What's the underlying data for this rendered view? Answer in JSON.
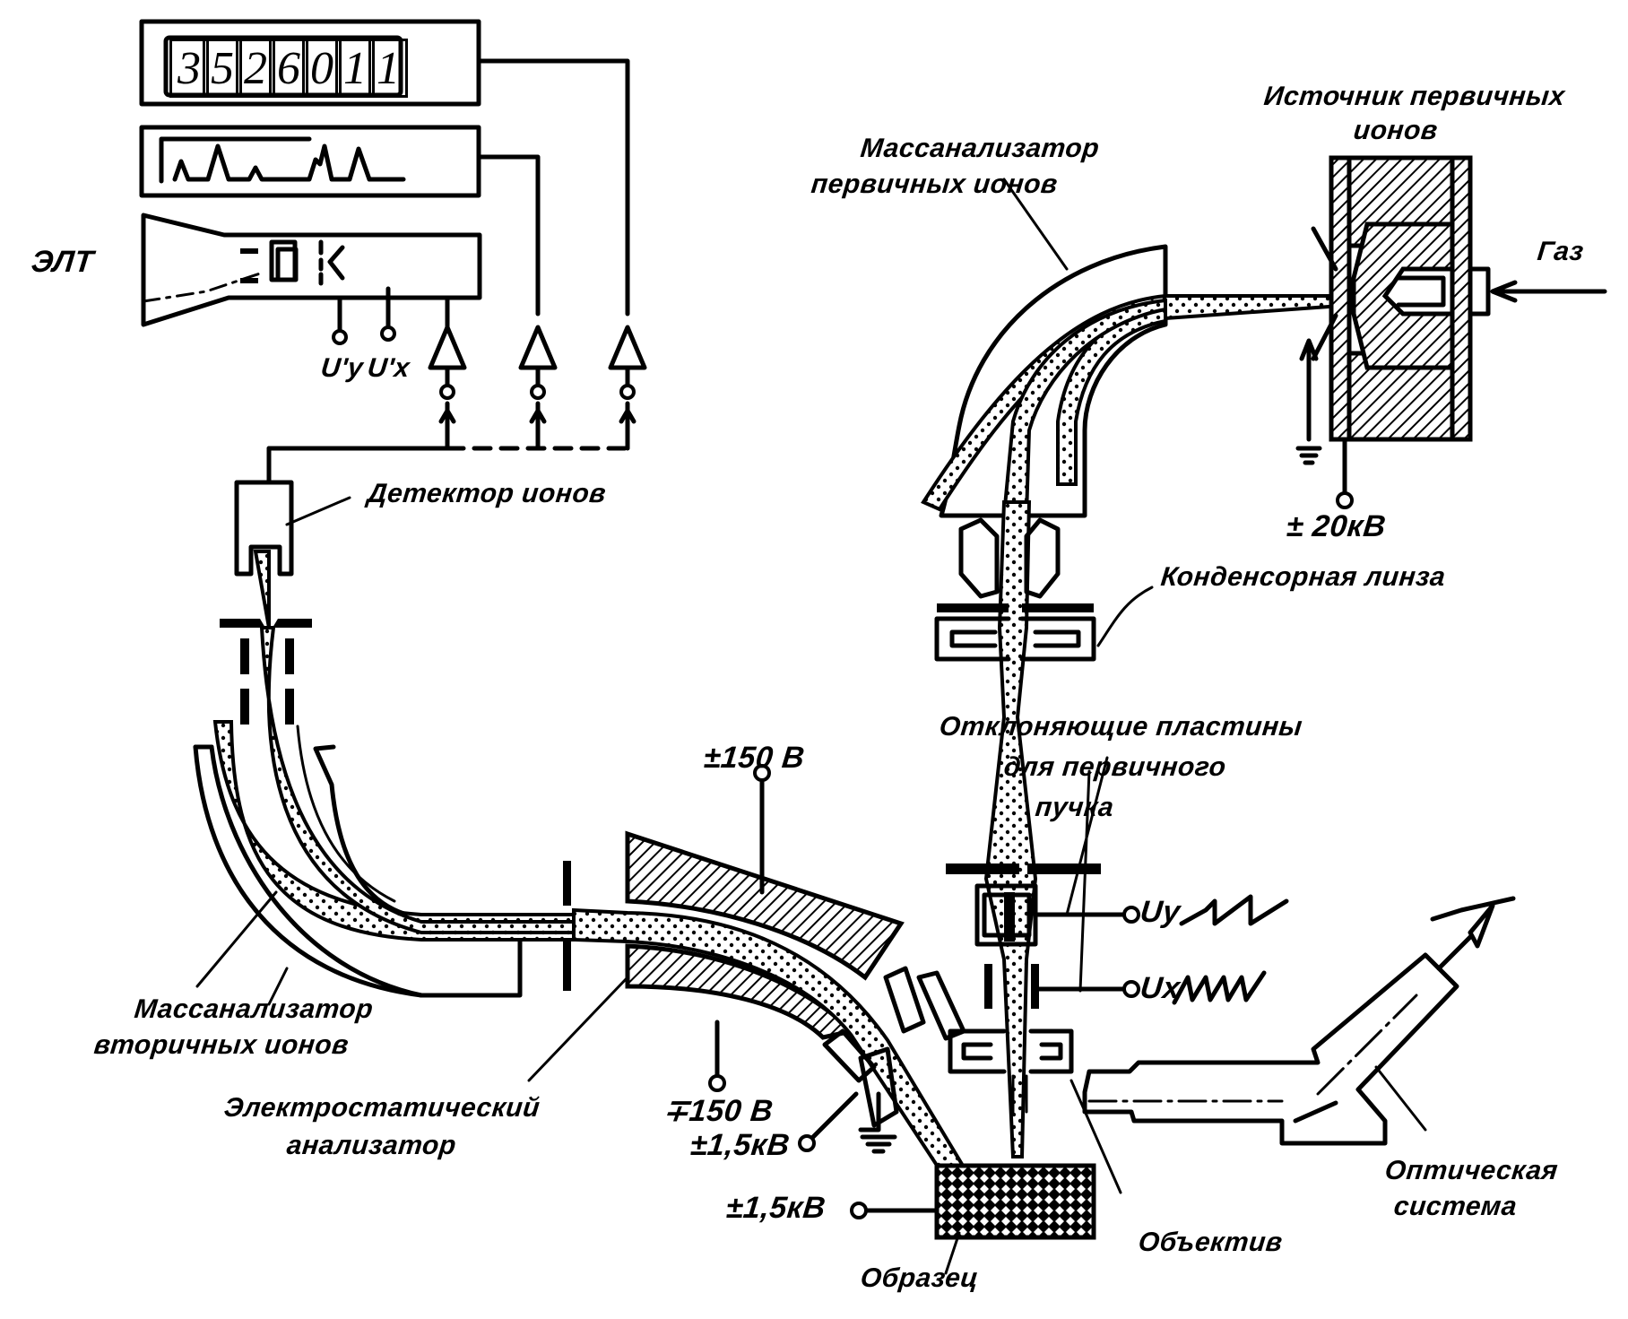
{
  "diagram": {
    "title": "Ion microprobe (SIMS) schematic",
    "counter": {
      "digits": [
        "3",
        "5",
        "2",
        "6",
        "0",
        "1",
        "1"
      ]
    },
    "labels": {
      "crt": "ЭЛТ",
      "uy_prime": "U'y",
      "ux_prime": "U'x",
      "ion_detector": "Детектор ионов",
      "primary_mass_analyzer_line1": "Массанализатор",
      "primary_mass_analyzer_line2": "первичных ионов",
      "primary_source_line1": "Источник первичных",
      "primary_source_line2": "ионов",
      "gas": "Газ",
      "source_voltage": "± 20кВ",
      "condenser_lens": "Конденсорная линза",
      "deflection_plates_line1": "Отклоняющие пластины",
      "deflection_plates_line2": "для первичного",
      "deflection_plates_line3": "пучка",
      "uy": "Uy",
      "ux": "Ux",
      "plus_minus_150": "±150 В",
      "minus_plus_150": "∓150 В",
      "plus_minus_1_5kv_a": "±1,5кВ",
      "plus_minus_1_5kv_b": "±1,5кВ",
      "secondary_mass_analyzer_line1": "Массанализатор",
      "secondary_mass_analyzer_line2": "вторичных ионов",
      "electrostatic_analyzer_line1": "Электростатический",
      "electrostatic_analyzer_line2": "анализатор",
      "objective": "Объектив",
      "sample": "Образец",
      "optical_system_line1": "Оптическая",
      "optical_system_line2": "система"
    }
  }
}
